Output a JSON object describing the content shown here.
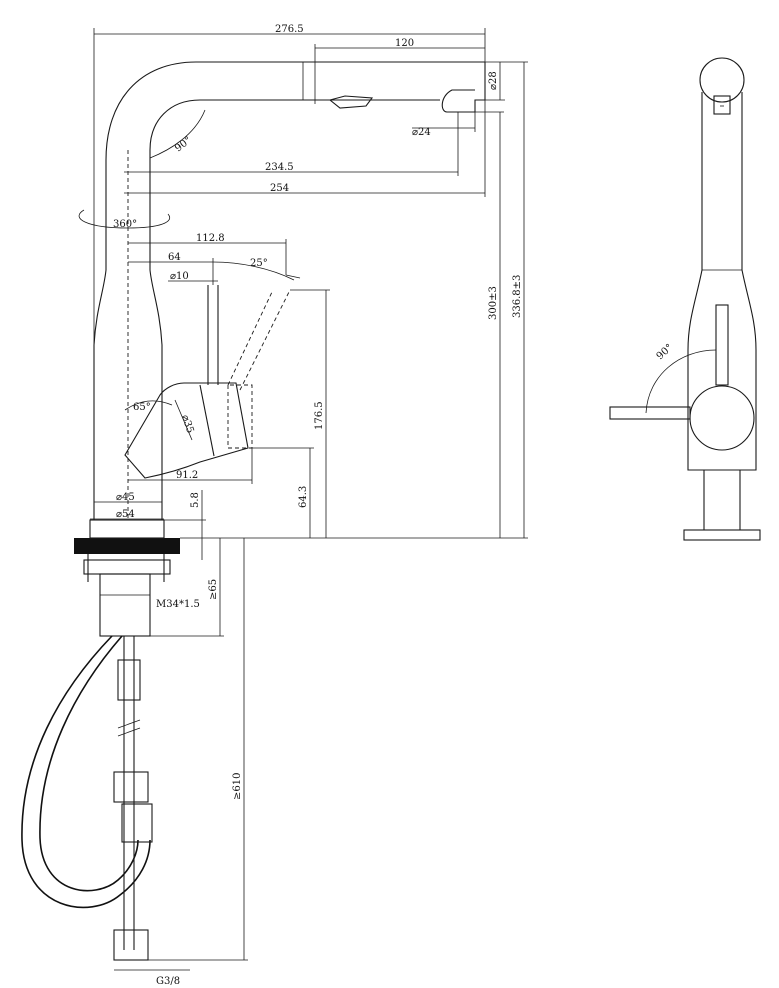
{
  "dimensions": {
    "total_reach": "276.5",
    "spout_length": "120",
    "spout_tip_diameter": "⌀28",
    "spray_head_diameter": "⌀24",
    "spout_bend_angle": "90°",
    "reach_234": "234.5",
    "reach_254": "254",
    "rotation": "360°",
    "handle_reach": "112.8",
    "handle_offset": "64",
    "lever_diameter": "⌀10",
    "lever_angle": "25°",
    "body_angle": "65°",
    "cartridge_diameter": "⌀35",
    "height_300": "300±3",
    "height_336": "336.8±3",
    "height_176": "176.5",
    "height_64": "64.3",
    "base_offset": "91.2",
    "body_diameter": "⌀45",
    "base_diameter": "⌀54",
    "base_height": "5.8",
    "thread": "M34*1.5",
    "shank_length": "≥65",
    "hose_length": "≥610",
    "connector": "G3/8",
    "side_lever_angle": "90°"
  },
  "colors": {
    "line": "#1a1a1a",
    "background": "#ffffff"
  }
}
